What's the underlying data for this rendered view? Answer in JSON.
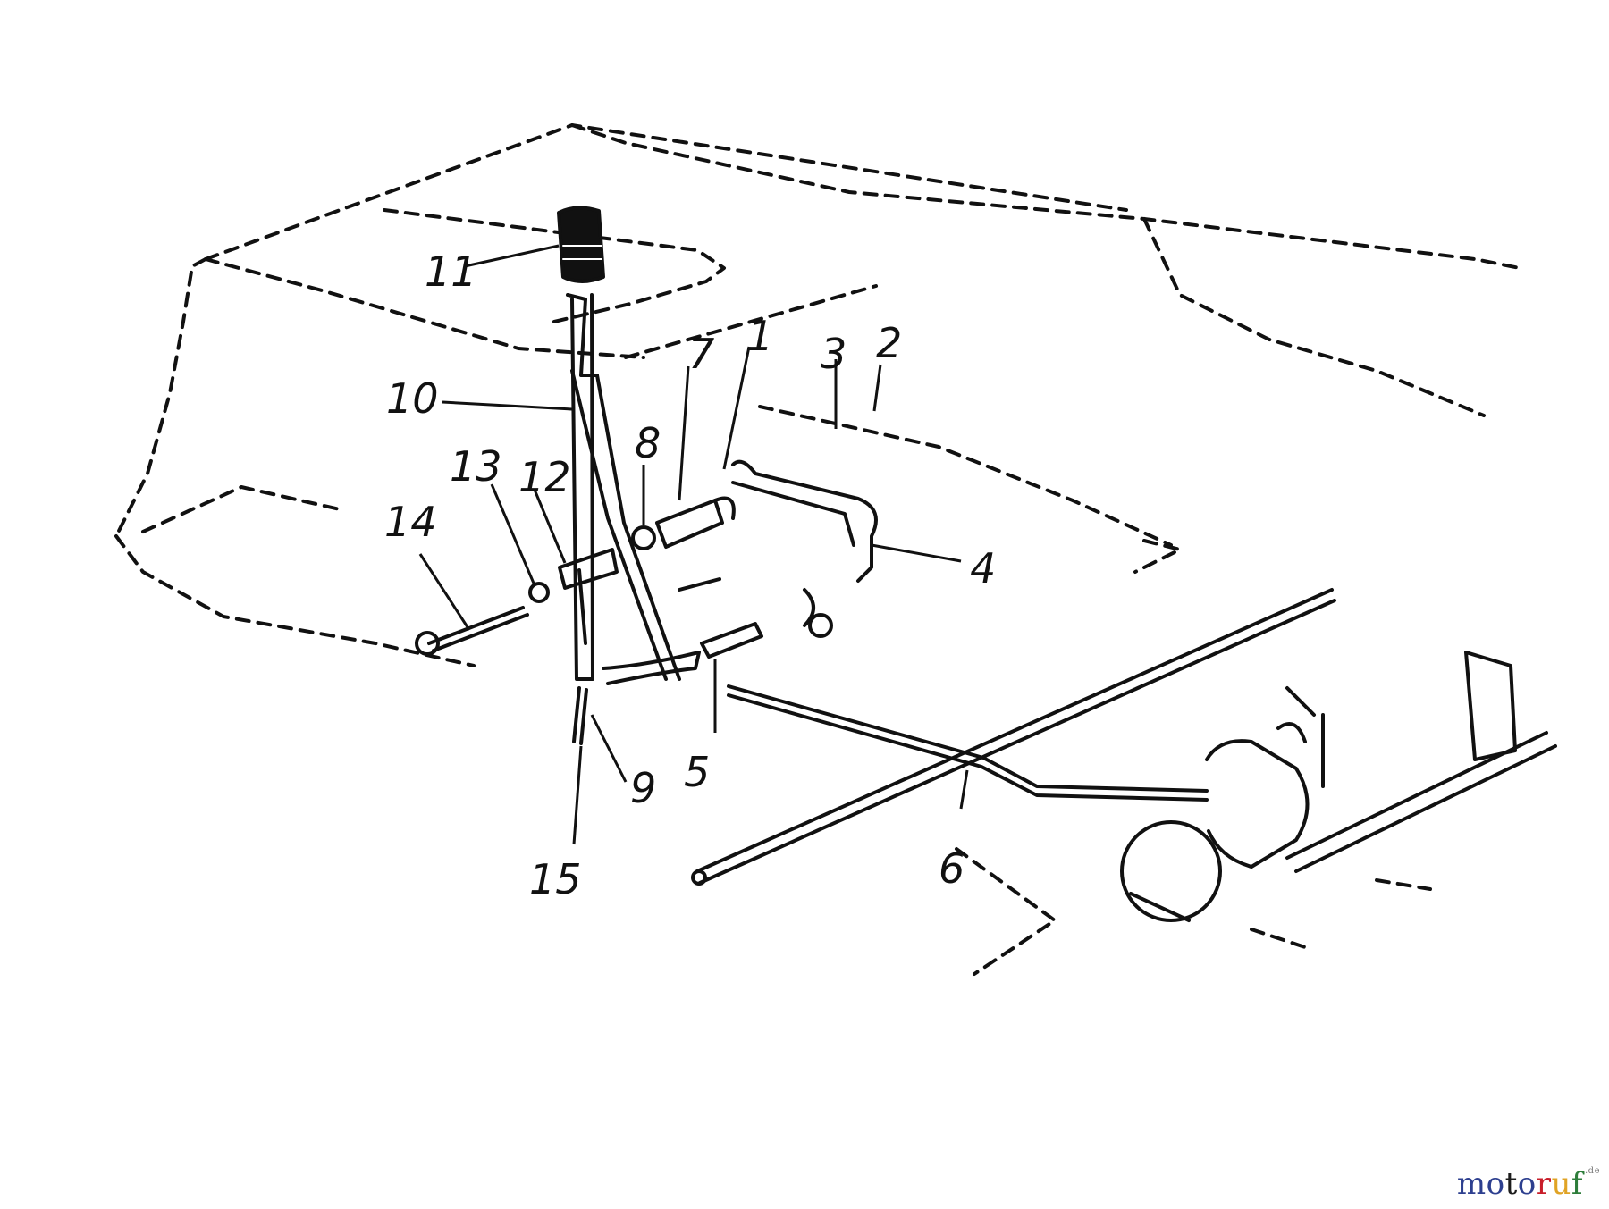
{
  "diagram": {
    "part_numbers": [
      "1",
      "2",
      "3",
      "4",
      "5",
      "6",
      "7",
      "8",
      "9",
      "10",
      "11",
      "12",
      "13",
      "14",
      "15"
    ]
  },
  "watermark": {
    "letters": [
      "m",
      "o",
      "t",
      "o",
      "r",
      "u",
      "f"
    ],
    "letter_colors": [
      "#2d3f8f",
      "#2d3f8f",
      "#1c1c1c",
      "#2d3f8f",
      "#c81e2a",
      "#e0a325",
      "#2d7d3a"
    ],
    "suffix": ".de"
  }
}
